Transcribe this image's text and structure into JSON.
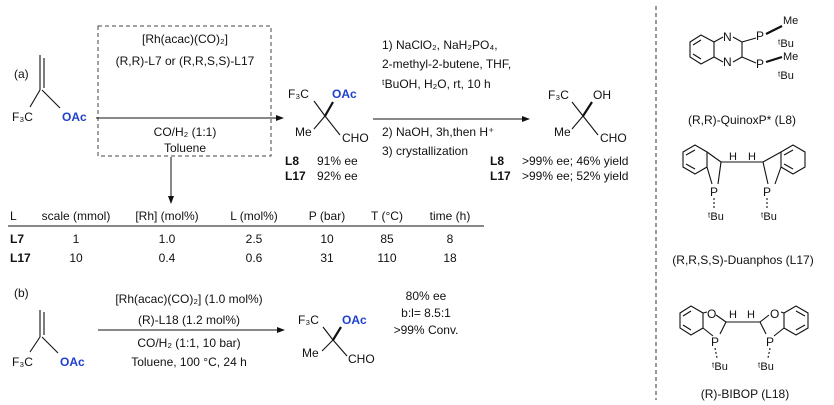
{
  "scheme_a": {
    "label": "(a)",
    "substrate": {
      "f3c": "F₃C",
      "oac": "OAc"
    },
    "catalyst_lines": [
      "[Rh(acac)(CO)₂]",
      "(R,R)-L7 or (R,R,S,S)-L17",
      "CO/H₂ (1:1)",
      "Toluene"
    ],
    "intermediate": {
      "f3c": "F₃C",
      "oac": "OAc",
      "me": "Me",
      "cho": "CHO"
    },
    "ee_results": [
      {
        "ligand": "L8",
        "value": "91% ee"
      },
      {
        "ligand": "L17",
        "value": "92% ee"
      }
    ],
    "steps": [
      "1) NaClO₂, NaH₂PO₄,",
      "2-methyl-2-butene, THF,",
      "ᵗBuOH, H₂O, rt, 10 h",
      "2) NaOH, 3h,then H⁺",
      "3) crystallization"
    ],
    "product": {
      "f3c": "F₃C",
      "oh": "OH",
      "me": "Me",
      "cho": "CHO"
    },
    "final_results": [
      {
        "ligand": "L8",
        "value": ">99% ee; 46% yield"
      },
      {
        "ligand": "L17",
        "value": ">99% ee; 52% yield"
      }
    ]
  },
  "table": {
    "headers": [
      "L",
      "scale (mmol)",
      "[Rh] (mol%)",
      "L (mol%)",
      "P (bar)",
      "T (°C)",
      "time (h)"
    ],
    "rows": [
      [
        "L7",
        "1",
        "1.0",
        "2.5",
        "10",
        "85",
        "8"
      ],
      [
        "L17",
        "10",
        "0.4",
        "0.6",
        "31",
        "110",
        "18"
      ]
    ]
  },
  "scheme_b": {
    "label": "(b)",
    "substrate": {
      "f3c": "F₃C",
      "oac": "OAc"
    },
    "catalyst_lines": [
      "[Rh(acac)(CO)₂] (1.0 mol%)",
      "(R)-L18 (1.2 mol%)",
      "CO/H₂ (1:1, 10 bar)",
      "Toluene, 100 °C, 24 h"
    ],
    "product": {
      "f3c": "F₃C",
      "oac": "OAc",
      "me": "Me",
      "cho": "CHO"
    },
    "results": [
      "80% ee",
      "b:l= 8.5:1",
      ">99% Conv."
    ]
  },
  "ligands": [
    {
      "name": "(R,R)-QuinoxP* (L8)",
      "atoms": [
        "N",
        "N",
        "P",
        "P",
        "Me",
        "Me",
        "ᵗBu",
        "ᵗBu"
      ]
    },
    {
      "name": "(R,R,S,S)-Duanphos (L17)",
      "atoms": [
        "H",
        "H",
        "P",
        "P",
        "ᵗBu",
        "ᵗBu"
      ]
    },
    {
      "name": "(R)-BIBOP (L18)",
      "atoms": [
        "O",
        "O",
        "H",
        "H",
        "P",
        "P",
        "ᵗBu",
        "ᵗBu"
      ]
    }
  ],
  "colors": {
    "accent": "#1f3fcf",
    "ink": "#111111"
  }
}
